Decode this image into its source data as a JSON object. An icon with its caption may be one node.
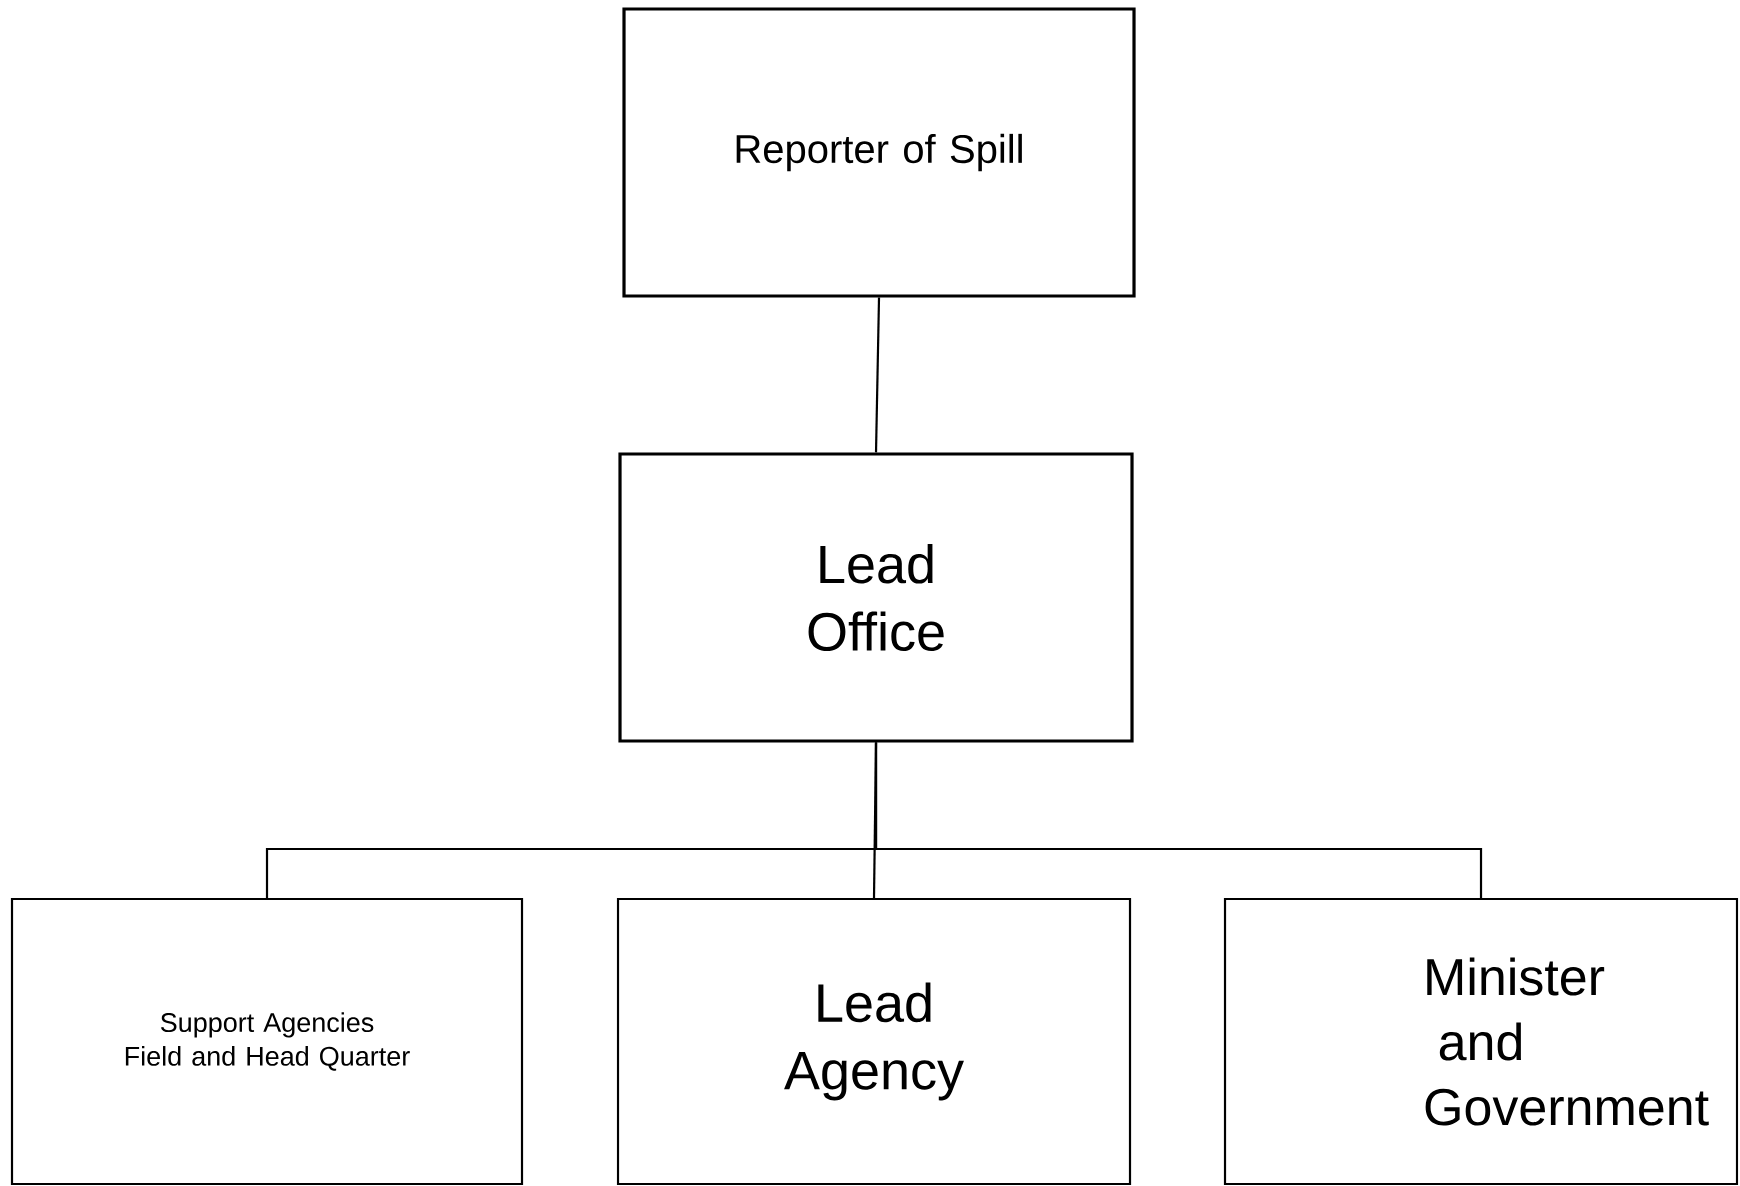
{
  "diagram": {
    "nodes": [
      {
        "text": [
          "Reporter of Spill"
        ]
      },
      {
        "text": [
          "Lead Office"
        ]
      },
      {
        "text": [
          "Support Agencies",
          "Field and Head Quarter"
        ]
      },
      {
        "text": [
          "Lead Agency"
        ]
      },
      {
        "text": [
          "Minister and Government"
        ]
      }
    ],
    "edges": [
      {
        "from": 0,
        "to": 1,
        "arrow": "none"
      },
      {
        "from": 1,
        "to": 2,
        "arrow": "none"
      },
      {
        "from": 1,
        "to": 3,
        "arrow": "none"
      },
      {
        "from": 1,
        "to": 4,
        "arrow": "none"
      }
    ]
  }
}
